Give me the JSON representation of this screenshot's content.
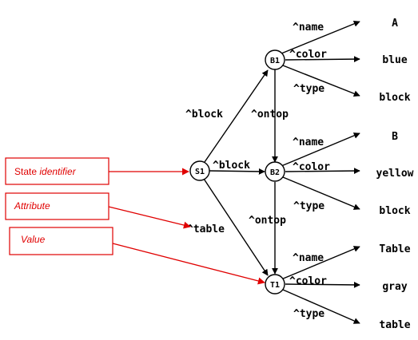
{
  "nodes": {
    "S1": {
      "label": "S1"
    },
    "B1": {
      "label": "B1"
    },
    "B2": {
      "label": "B2"
    },
    "T1": {
      "label": "T1"
    }
  },
  "edge_labels": {
    "s1_b1": "^block",
    "s1_b2": "^block",
    "s1_t1": "^table",
    "b1_b2": "^ontop",
    "b2_t1": "^ontop",
    "b1_name": "^name",
    "b1_color": "^color",
    "b1_type": "^type",
    "b2_name": "^name",
    "b2_color": "^color",
    "b2_type": "^type",
    "t1_name": "^name",
    "t1_color": "^color",
    "t1_type": "^type"
  },
  "values": {
    "b1_name": "A",
    "b1_color": "blue",
    "b1_type": "block",
    "b2_name": "B",
    "b2_color": "yellow",
    "b2_type": "block",
    "t1_name": "Table",
    "t1_color": "gray",
    "t1_type": "table"
  },
  "legend": {
    "state_identifier_prefix": "State ",
    "state_identifier_em": "identifier",
    "attribute": "Attribute",
    "value": "Value"
  },
  "colors": {
    "graph": "#000000",
    "annotation": "#e00000"
  }
}
